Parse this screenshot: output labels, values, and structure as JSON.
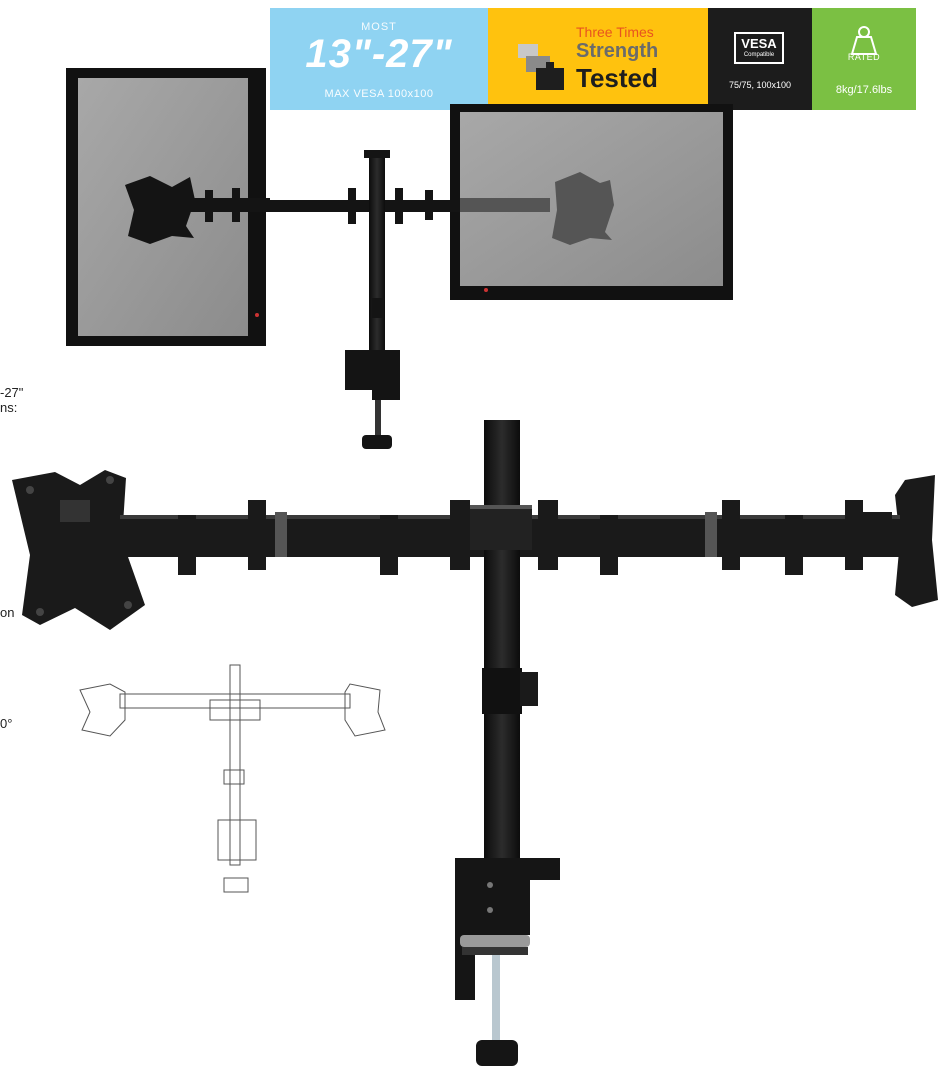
{
  "banner": {
    "size": {
      "prefix": "MOST",
      "range": "13\"-27\"",
      "sub": "MAX VESA 100x100"
    },
    "strength": {
      "line1": "Three Times",
      "line2": "Strength",
      "line3": "Tested"
    },
    "vesa": {
      "word": "VESA",
      "compat": "Compatible",
      "sub": "75/75, 100x100"
    },
    "rated": {
      "word": "RATED",
      "sub": "8kg/17.6lbs"
    }
  },
  "cropped_text": {
    "line1": "-27\"",
    "line2": "ns:",
    "line3": "on",
    "line4": "0°"
  },
  "colors": {
    "size_badge": "#8fd3f2",
    "strength_badge": "#ffc20e",
    "vesa_badge": "#1c1c1c",
    "rated_badge": "#7bc043",
    "mount_metal": "#1a1a1a",
    "screen_gray": "#9a9a9a"
  },
  "icons": {
    "strength": "weight-stack-icon",
    "rated": "weight-icon"
  }
}
